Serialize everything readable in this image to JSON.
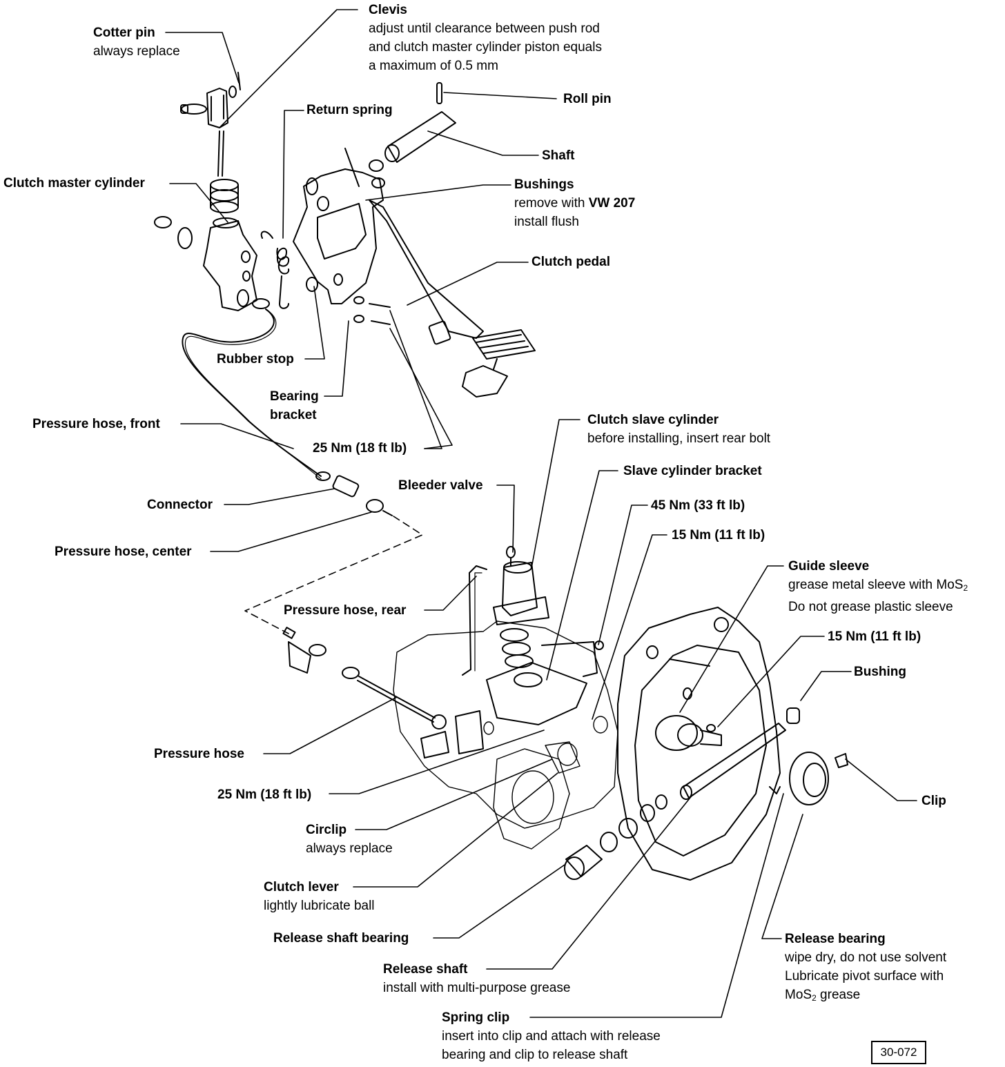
{
  "figure_id": "30-072",
  "labels": {
    "clevis": {
      "title": "Clevis",
      "note1": "adjust until clearance between push rod",
      "note2": "and clutch master cylinder piston equals",
      "note3": "a maximum of 0.5 mm"
    },
    "cotter_pin": {
      "title": "Cotter pin",
      "note": "always replace"
    },
    "roll_pin": {
      "title": "Roll pin"
    },
    "return_spring": {
      "title": "Return spring"
    },
    "shaft": {
      "title": "Shaft"
    },
    "clutch_master_cylinder": {
      "title": "Clutch master cylinder"
    },
    "bushings": {
      "title": "Bushings",
      "note1_pre": "remove with ",
      "note1_tool": "VW 207",
      "note2": "install flush"
    },
    "clutch_pedal": {
      "title": "Clutch pedal"
    },
    "rubber_stop": {
      "title": "Rubber stop"
    },
    "bearing_bracket": {
      "title1": "Bearing",
      "title2": "bracket"
    },
    "pressure_hose_front": {
      "title": "Pressure hose, front"
    },
    "torque_25_top": {
      "title": "25 Nm (18 ft lb)"
    },
    "clutch_slave_cylinder": {
      "title": "Clutch slave cylinder",
      "note": "before installing, insert rear bolt"
    },
    "bleeder_valve": {
      "title": "Bleeder valve"
    },
    "slave_cylinder_bracket": {
      "title": "Slave cylinder bracket"
    },
    "connector": {
      "title": "Connector"
    },
    "torque_45": {
      "title": "45 Nm (33 ft lb)"
    },
    "torque_15_a": {
      "title": "15 Nm (11 ft lb)"
    },
    "pressure_hose_center": {
      "title": "Pressure hose, center"
    },
    "guide_sleeve": {
      "title": "Guide sleeve",
      "note1_pre": "grease metal sleeve with MoS",
      "note1_sub": "2",
      "note2": "Do not grease plastic sleeve"
    },
    "pressure_hose_rear": {
      "title": "Pressure hose, rear"
    },
    "torque_15_b": {
      "title": "15 Nm (11 ft lb)"
    },
    "bushing": {
      "title": "Bushing"
    },
    "pressure_hose": {
      "title": "Pressure hose"
    },
    "clip": {
      "title": "Clip"
    },
    "torque_25_bottom": {
      "title": "25 Nm (18 ft lb)"
    },
    "circlip": {
      "title": "Circlip",
      "note": "always replace"
    },
    "clutch_lever": {
      "title": "Clutch lever",
      "note": "lightly lubricate ball"
    },
    "release_shaft_bearing": {
      "title": "Release shaft bearing"
    },
    "release_bearing": {
      "title": "Release bearing",
      "note1": "wipe dry, do not use solvent",
      "note2": "Lubricate pivot surface with",
      "note3_pre": "MoS",
      "note3_sub": "2",
      "note3_post": " grease"
    },
    "release_shaft": {
      "title": "Release shaft",
      "note": "install with multi-purpose grease"
    },
    "spring_clip": {
      "title": "Spring clip",
      "note1": "insert into clip and attach with release",
      "note2": "bearing and clip to release shaft"
    }
  }
}
